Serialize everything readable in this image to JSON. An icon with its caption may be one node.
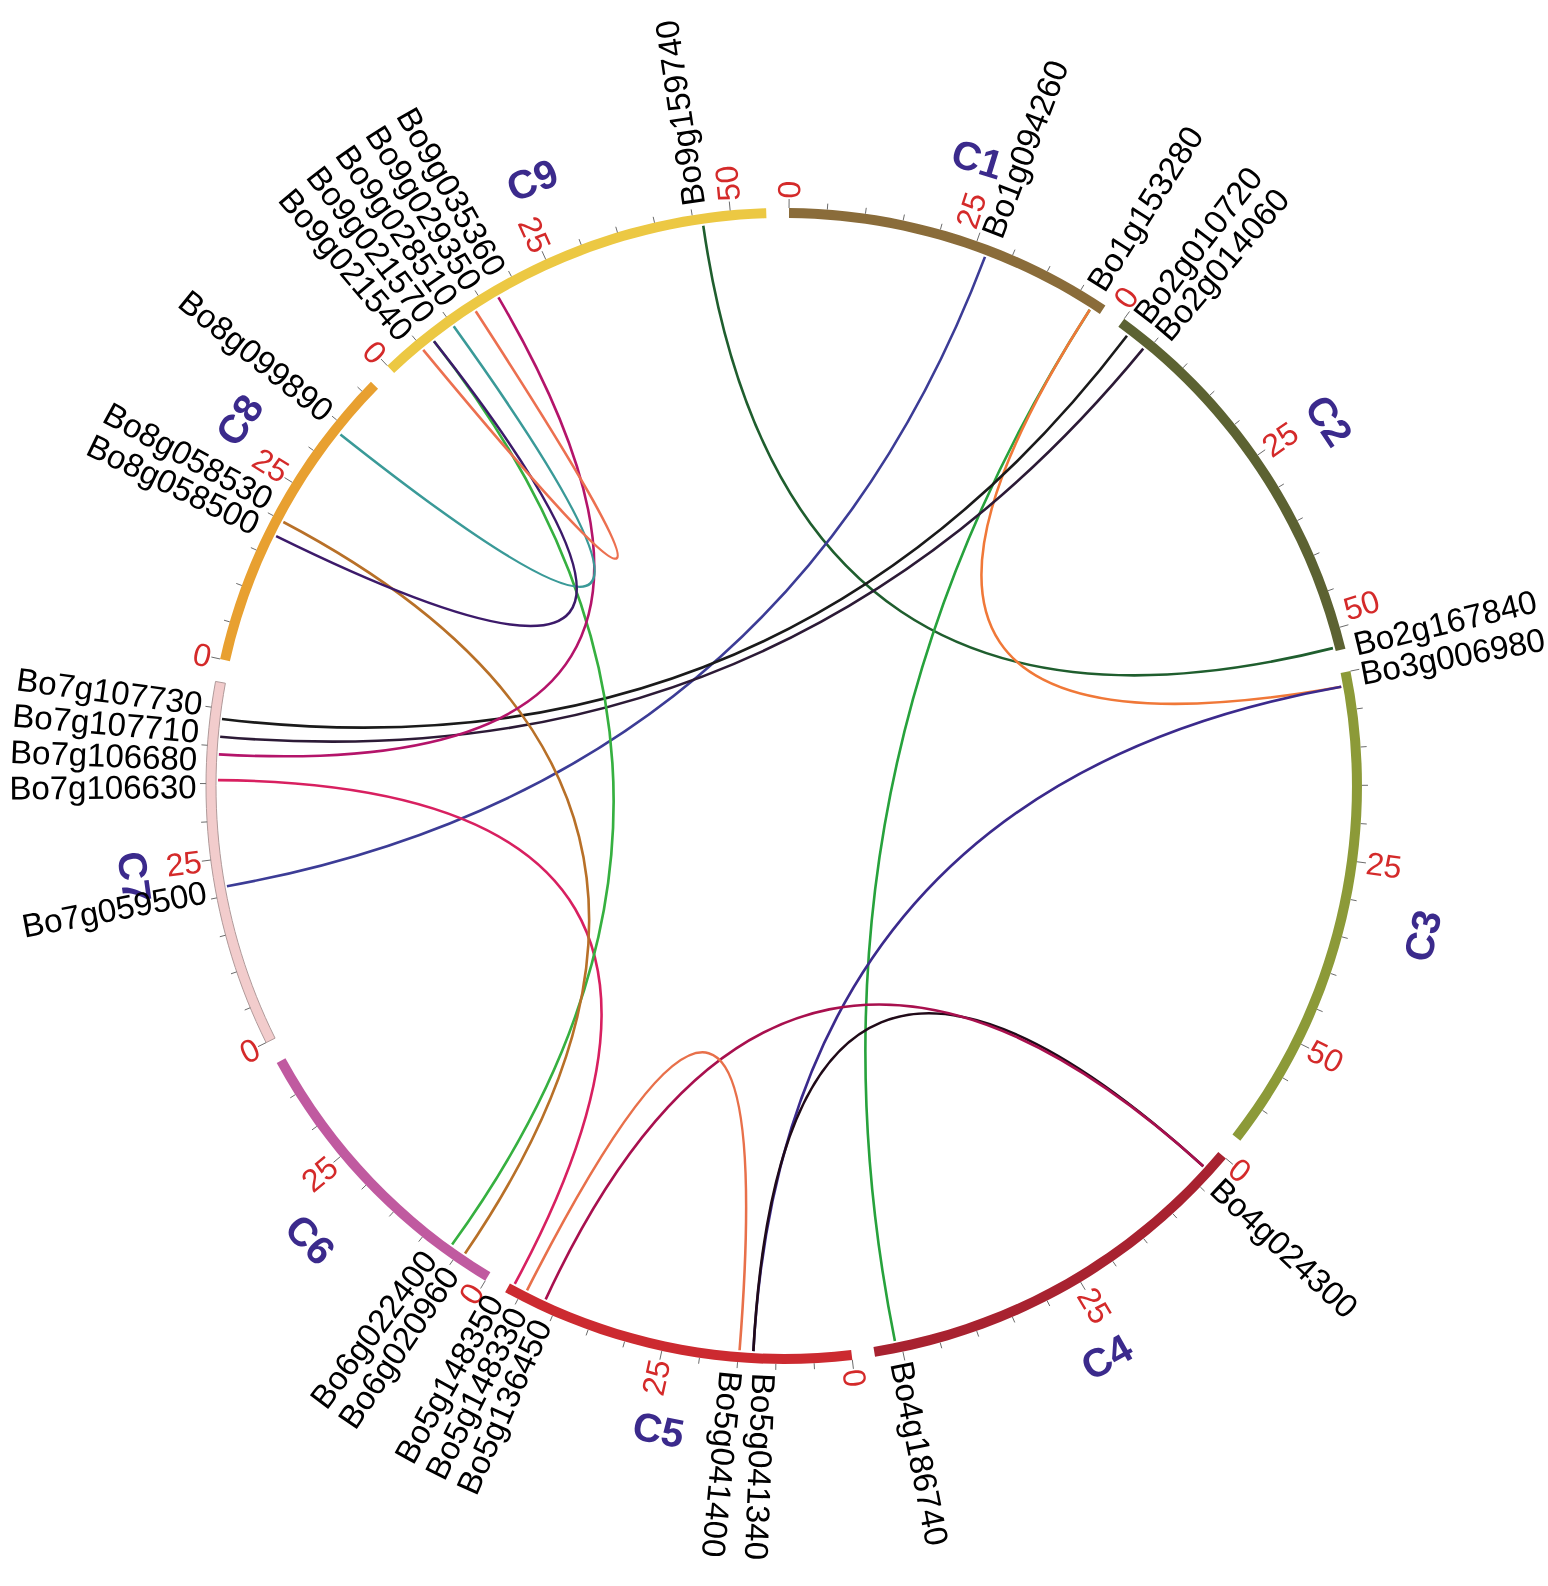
{
  "diagram": {
    "nodes": [
      {
        "text": [
          "C1"
        ],
        "beside": [
          "0",
          "25"
        ]
      },
      {
        "text": [
          "C2"
        ],
        "beside": [
          "0",
          "25",
          "50"
        ]
      },
      {
        "text": [
          "C3"
        ],
        "beside": [
          "25",
          "50"
        ]
      },
      {
        "text": [
          "C4"
        ],
        "beside": [
          "0",
          "25"
        ]
      },
      {
        "text": [
          "C5"
        ],
        "beside": [
          "0",
          "25"
        ]
      },
      {
        "text": [
          "C6"
        ],
        "beside": [
          "0",
          "25"
        ]
      },
      {
        "text": [
          "C7"
        ],
        "beside": [
          "0",
          "25"
        ]
      },
      {
        "text": [
          "C8"
        ],
        "beside": [
          "0",
          "25"
        ]
      },
      {
        "text": [
          "C9"
        ],
        "beside": [
          "0",
          "25",
          "50"
        ]
      },
      {
        "text": [
          "Bo1g094260"
        ]
      },
      {
        "text": [
          "Bo1g153280"
        ]
      },
      {
        "text": [
          "Bo2g010720"
        ]
      },
      {
        "text": [
          "Bo2g014060"
        ]
      },
      {
        "text": [
          "Bo2g167840"
        ]
      },
      {
        "text": [
          "Bo3g006980"
        ]
      },
      {
        "text": [
          "Bo4g024300"
        ]
      },
      {
        "text": [
          "Bo4g186740"
        ]
      },
      {
        "text": [
          "Bo5g041340"
        ]
      },
      {
        "text": [
          "Bo5g041400"
        ]
      },
      {
        "text": [
          "Bo5g136450"
        ]
      },
      {
        "text": [
          "Bo5g148330"
        ]
      },
      {
        "text": [
          "Bo5g148350"
        ]
      },
      {
        "text": [
          "Bo6g020960"
        ]
      },
      {
        "text": [
          "Bo6g022400"
        ]
      },
      {
        "text": [
          "Bo7g059500"
        ]
      },
      {
        "text": [
          "Bo7g106630"
        ]
      },
      {
        "text": [
          "Bo7g106680"
        ]
      },
      {
        "text": [
          "Bo7g107710"
        ]
      },
      {
        "text": [
          "Bo7g107730"
        ]
      },
      {
        "text": [
          "Bo8g058500"
        ]
      },
      {
        "text": [
          "Bo8g058530"
        ]
      },
      {
        "text": [
          "Bo8g099890"
        ]
      },
      {
        "text": [
          "Bo9g021540"
        ]
      },
      {
        "text": [
          "Bo9g021570"
        ]
      },
      {
        "text": [
          "Bo9g028510"
        ]
      },
      {
        "text": [
          "Bo9g029350"
        ]
      },
      {
        "text": [
          "Bo9g035360"
        ]
      },
      {
        "text": [
          "Bo9g159740"
        ]
      }
    ],
    "edges": [
      {
        "from": 37,
        "to": 13,
        "arrow": "none",
        "color": "#1f5e2e"
      },
      {
        "from": 9,
        "to": 24,
        "arrow": "none",
        "color": "#3c3c96"
      },
      {
        "from": 10,
        "to": 16,
        "arrow": "none",
        "color": "#27a23c"
      },
      {
        "from": 10,
        "to": 14,
        "arrow": "none",
        "color": "#f07838"
      },
      {
        "from": 11,
        "to": 28,
        "arrow": "none",
        "color": "#1a1a1a"
      },
      {
        "from": 12,
        "to": 27,
        "arrow": "none",
        "color": "#2c1a36"
      },
      {
        "from": 14,
        "to": 17,
        "arrow": "none",
        "color": "#3b2a8c"
      },
      {
        "from": 15,
        "to": 17,
        "arrow": "none",
        "color": "#200a18"
      },
      {
        "from": 15,
        "to": 19,
        "arrow": "none",
        "color": "#a8104e"
      },
      {
        "from": 20,
        "to": 18,
        "arrow": "none",
        "color": "#e8704a"
      },
      {
        "from": 21,
        "to": 25,
        "arrow": "none",
        "color": "#d82060"
      },
      {
        "from": 23,
        "to": 33,
        "arrow": "none",
        "color": "#36b040"
      },
      {
        "from": 22,
        "to": 30,
        "arrow": "none",
        "color": "#b87028"
      },
      {
        "from": 26,
        "to": 36,
        "arrow": "none",
        "color": "#b4146a"
      },
      {
        "from": 31,
        "to": 34,
        "arrow": "none",
        "color": "#3a9a98"
      },
      {
        "from": 29,
        "to": 33,
        "arrow": "none",
        "color": "#3c1a6a"
      },
      {
        "from": 32,
        "to": 35,
        "arrow": "none",
        "color": "#ec7050"
      }
    ]
  }
}
